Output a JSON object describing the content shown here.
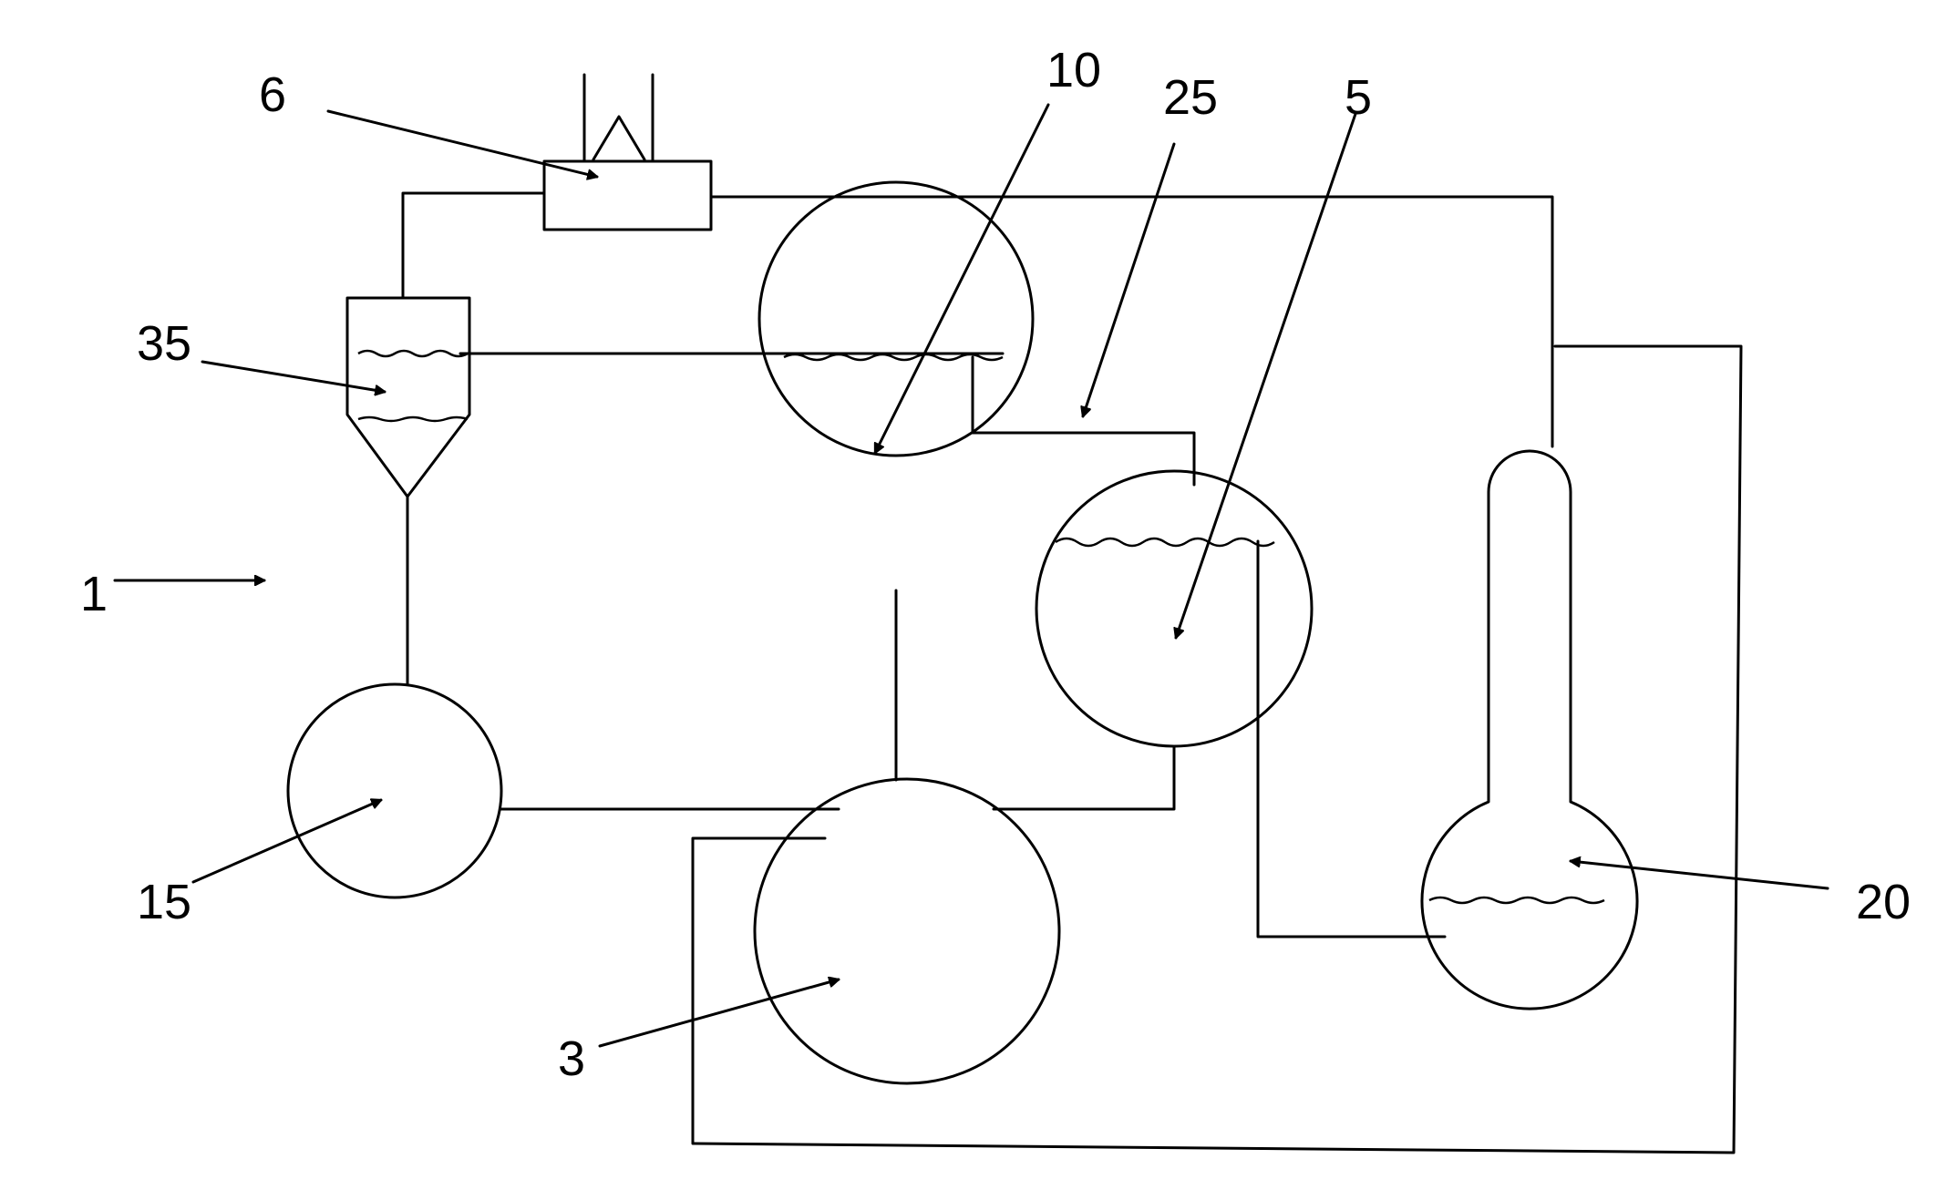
{
  "labels": {
    "system": "1",
    "vessel_3": "3",
    "vessel_5": "5",
    "unit_6": "6",
    "vessel_10": "10",
    "vessel_15": "15",
    "vessel_20": "20",
    "line_25": "25",
    "separator_35": "35"
  },
  "colors": {
    "line": "#000000",
    "background": "#ffffff"
  }
}
